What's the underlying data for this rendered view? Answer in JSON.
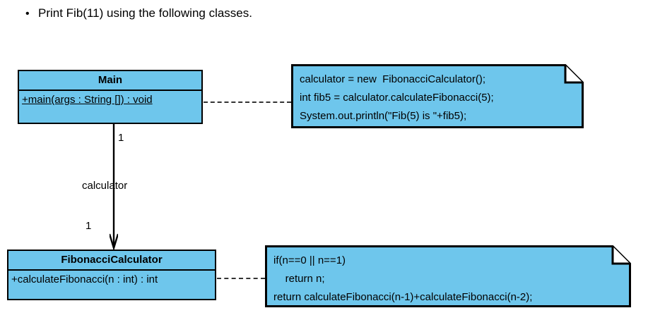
{
  "slide": {
    "bullet_marker": "•",
    "bullet_text": "Print Fib(11) using the following classes."
  },
  "diagram": {
    "type": "uml-class-diagram",
    "fill_color": "#6EC6EC",
    "border_color": "#000000",
    "classes": [
      {
        "id": "main",
        "name": "Main",
        "members": [
          {
            "text": "+main(args : String []) : void",
            "static": true
          }
        ]
      },
      {
        "id": "fibonacci-calculator",
        "name": "FibonacciCalculator",
        "members": [
          {
            "text": "+calculateFibonacci(n : int) : int",
            "static": false
          }
        ]
      }
    ],
    "notes": [
      {
        "id": "note-main",
        "attached_to": "Main",
        "lines": [
          "calculator = new  FibonacciCalculator();",
          "int fib5 = calculator.calculateFibonacci(5);",
          "System.out.println(\"Fib(5) is \"+fib5);"
        ]
      },
      {
        "id": "note-fib",
        "attached_to": "FibonacciCalculator",
        "lines": [
          "if(n==0 || n==1)",
          "    return n;",
          "return calculateFibonacci(n-1)+calculateFibonacci(n-2);"
        ]
      }
    ],
    "association": {
      "from": "Main",
      "to": "FibonacciCalculator",
      "multiplicity_source": "1",
      "role_label": "calculator",
      "multiplicity_target": "1",
      "arrow": "open-arrow-down"
    }
  }
}
